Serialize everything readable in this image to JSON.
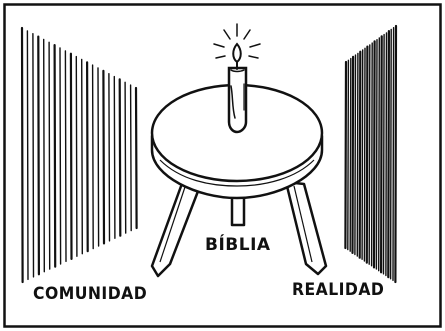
{
  "labels": {
    "center": "BÍBLIA",
    "left": "COMUNIDAD",
    "right": "REALIDAD"
  },
  "colors": {
    "ink": "#111111",
    "paper": "#ffffff"
  },
  "icons": [
    "candle-icon",
    "three-legged-stool-icon",
    "curtain-left",
    "curtain-right"
  ]
}
